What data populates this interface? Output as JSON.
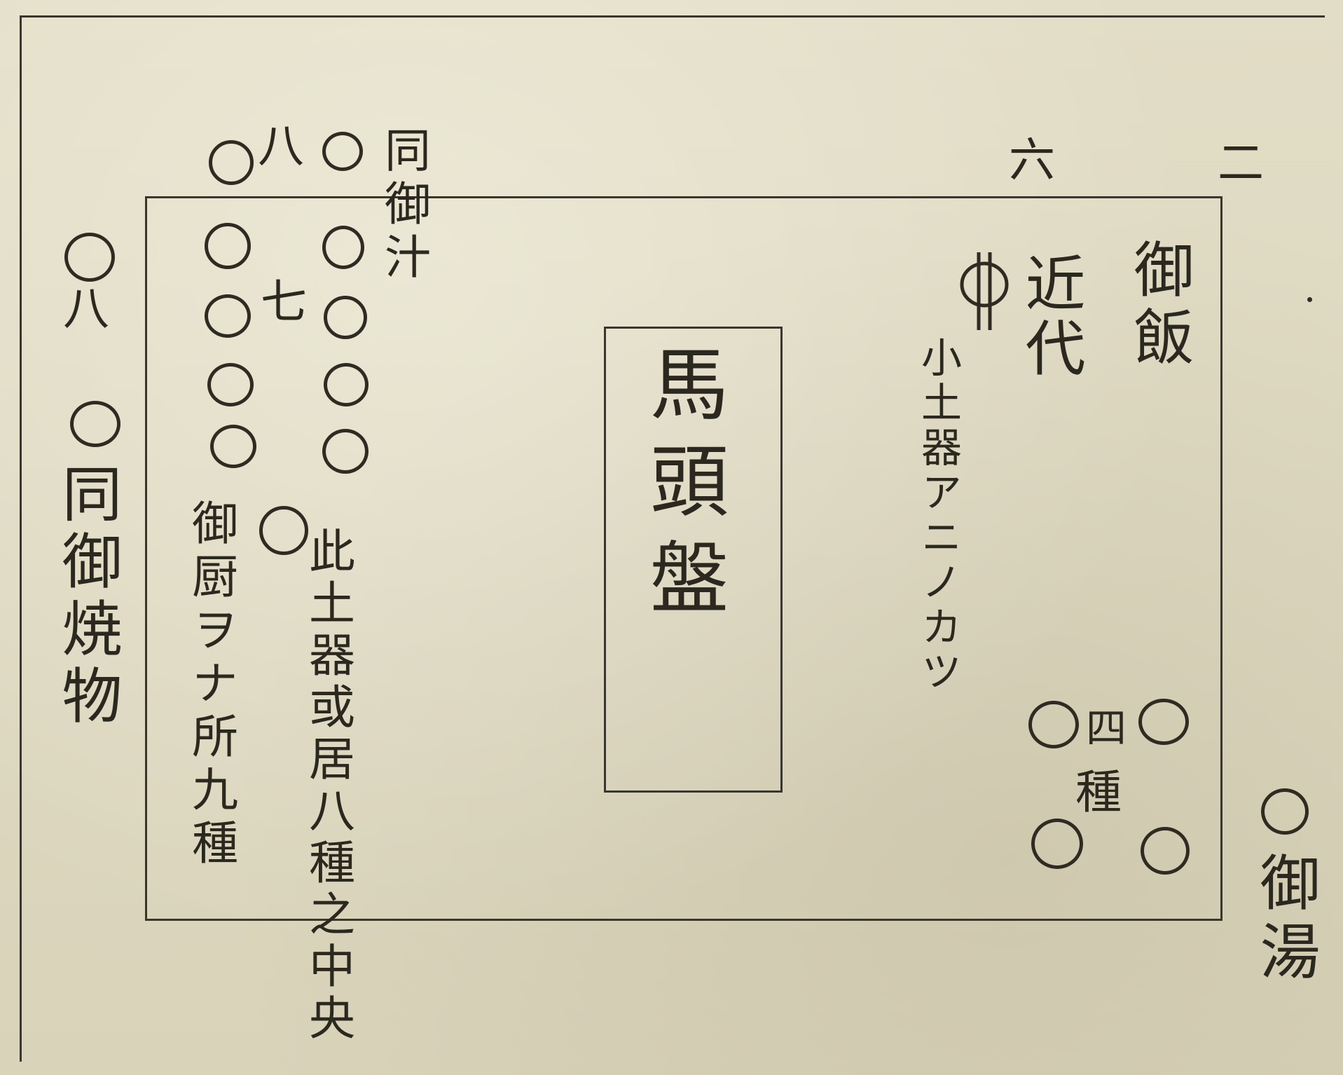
{
  "page_numbers": {
    "two": "二",
    "six": "六"
  },
  "title": "馬頭盤",
  "right_column": {
    "omeshi": "御飯",
    "kindai": "近代",
    "note": "小土器アニノカツ",
    "dish_count": "四",
    "dish_kind": "種"
  },
  "outside_right": "御湯",
  "left_group": {
    "soup_header": "同御汁",
    "upper_8": "八",
    "upper_7": "七",
    "center_note": "此土器或居八種之中央",
    "kitchen_note": "御厨ヲナ所九種"
  },
  "outside_left": {
    "eight": "八",
    "yakimono": "同御焼物"
  }
}
